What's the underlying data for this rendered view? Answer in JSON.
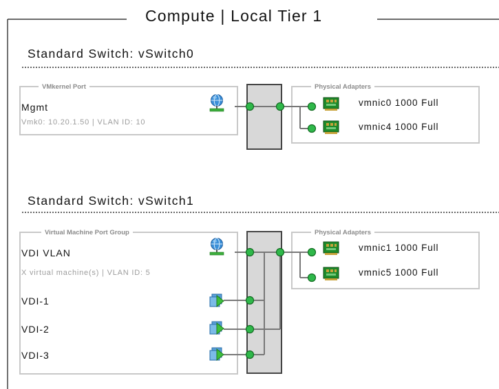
{
  "page_title": "Compute | Local Tier 1",
  "switches": [
    {
      "title": "Standard Switch: vSwitch0",
      "port_box_caption": "VMkernel Port",
      "port_name": "Mgmt",
      "port_detail": "Vmk0: 10.20.1.50 | VLAN ID: 10",
      "port_icon": "network-globe-icon",
      "adapters_caption": "Physical Adapters",
      "adapters": [
        "vmnic0  1000  Full",
        "vmnic4  1000  Full"
      ]
    },
    {
      "title": "Standard Switch: vSwitch1",
      "port_box_caption": "Virtual Machine Port Group",
      "port_name": "VDI VLAN",
      "port_detail": "X virtual machine(s) | VLAN ID: 5",
      "port_icon": "network-globe-icon",
      "vms": [
        "VDI-1",
        "VDI-2",
        "VDI-3"
      ],
      "vm_icon": "virtual-machine-icon",
      "adapters_caption": "Physical Adapters",
      "adapters": [
        "vmnic1  1000  Full",
        "vmnic5  1000  Full"
      ]
    }
  ],
  "colors": {
    "node_green": "#2fb84a",
    "nic_green": "#1e8a2a",
    "switch_fill": "#d8d8d8",
    "box_border": "#c8c8c8",
    "line_gray": "#777777",
    "globe_blue": "#3b8fd8",
    "globe_base": "#3cae3c"
  }
}
